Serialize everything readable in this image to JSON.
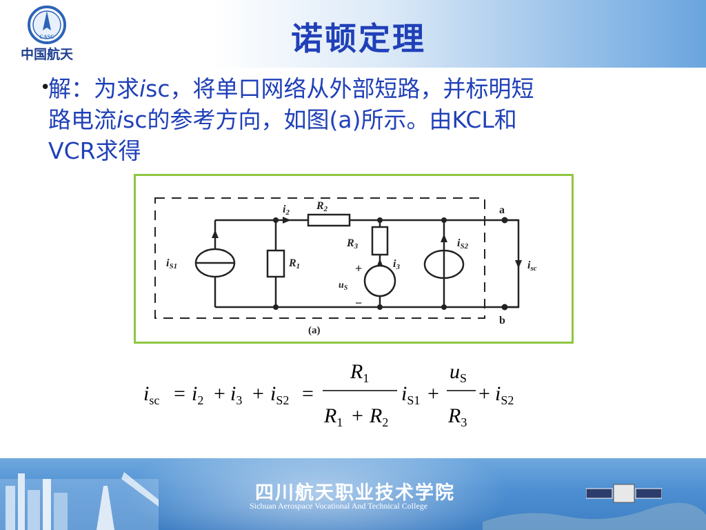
{
  "header": {
    "logo_emblem_text": "CASC",
    "logo_text": "中国航天",
    "title": "诺顿定理"
  },
  "body": {
    "line1_a": "解：为求",
    "line1_i": "i",
    "line1_b": "sc，将单口网络从外部短路，并标明短",
    "line2_a": "路电流",
    "line2_i": "i",
    "line2_b": "sc的参考方向，如图(a)所示。由KCL和",
    "line3": "VCR求得"
  },
  "figure": {
    "caption": "(a)",
    "node_a": "a",
    "node_b": "b",
    "label_i2": "i",
    "label_i2_sub": "2",
    "label_R2": "R",
    "label_R2_sub": "2",
    "label_R3": "R",
    "label_R3_sub": "3",
    "label_i3": "i",
    "label_i3_sub": "3",
    "label_iS2": "i",
    "label_iS2_sub": "S2",
    "label_iS1": "i",
    "label_iS1_sub": "S1",
    "label_R1": "R",
    "label_R1_sub": "1",
    "label_uS": "u",
    "label_uS_sub": "S",
    "label_plus": "+",
    "label_minus": "−",
    "label_isc": "i",
    "label_isc_sub": "sc"
  },
  "formula": {
    "i": "i",
    "R": "R",
    "u": "u",
    "sub_sc": "sc",
    "sub_2": "2",
    "sub_3": "3",
    "sub_S2": "S2",
    "sub_S1": "S1",
    "sub_1": "1",
    "sub_S": "S",
    "eq": "=",
    "plus": "+"
  },
  "footer": {
    "school_cn": "四川航天职业技术学院",
    "school_en": "Sichuan Aerospace Vocational And Technical College"
  },
  "colors": {
    "title_blue": "#2040b8",
    "figure_border_green": "#8ec63f",
    "footer_blue": "#4d8fd2"
  }
}
